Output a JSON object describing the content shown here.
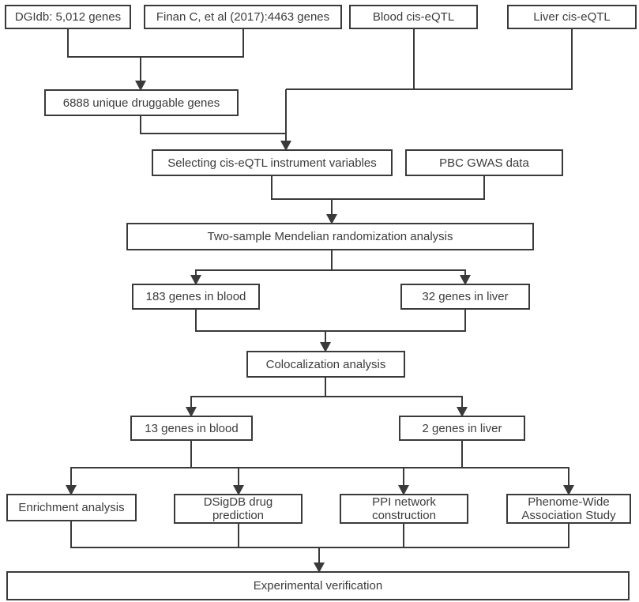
{
  "diagram_type": "flowchart",
  "colors": {
    "line": "#3a3a3a",
    "text": "#3c3c3c",
    "box_background": "#ffffff",
    "page_background": "#ffffff"
  },
  "nodes": {
    "dgidb": {
      "label": "DGIdb: 5,012 genes"
    },
    "finan": {
      "label": "Finan C, et al (2017):4463 genes"
    },
    "blood_eqtl": {
      "label": "Blood cis-eQTL"
    },
    "liver_eqtl": {
      "label": "Liver cis-eQTL"
    },
    "unique_druggable": {
      "label": "6888 unique druggable genes"
    },
    "selecting_iv": {
      "label": "Selecting cis-eQTL instrument variables"
    },
    "pbc_gwas": {
      "label": "PBC GWAS data"
    },
    "two_sample_mr": {
      "label": "Two-sample Mendelian randomization analysis"
    },
    "blood_183": {
      "label": "183 genes in blood"
    },
    "liver_32": {
      "label": "32 genes in liver"
    },
    "colocalization": {
      "label": "Colocalization analysis"
    },
    "blood_13": {
      "label": "13 genes in blood"
    },
    "liver_2": {
      "label": "2 genes in liver"
    },
    "enrichment": {
      "label": "Enrichment analysis"
    },
    "dsigdb_drug": {
      "label": "DSigDB drug prediction"
    },
    "ppi_network": {
      "label": "PPI network construction"
    },
    "phewas": {
      "label": "Phenome-Wide Association Study"
    },
    "experimental": {
      "label": "Experimental verification"
    }
  },
  "edges": [
    "dgidb -> unique_druggable",
    "finan -> unique_druggable",
    "blood_eqtl -> selecting_iv",
    "liver_eqtl -> selecting_iv",
    "unique_druggable -> selecting_iv",
    "selecting_iv -> two_sample_mr",
    "pbc_gwas -> two_sample_mr",
    "two_sample_mr -> blood_183",
    "two_sample_mr -> liver_32",
    "blood_183 -> colocalization",
    "liver_32 -> colocalization",
    "colocalization -> blood_13",
    "colocalization -> liver_2",
    "blood_13 -> enrichment",
    "blood_13 -> dsigdb_drug",
    "blood_13 -> ppi_network",
    "blood_13 -> phewas",
    "liver_2 -> enrichment",
    "liver_2 -> dsigdb_drug",
    "liver_2 -> ppi_network",
    "liver_2 -> phewas",
    "enrichment -> experimental",
    "dsigdb_drug -> experimental",
    "ppi_network -> experimental",
    "phewas -> experimental"
  ]
}
